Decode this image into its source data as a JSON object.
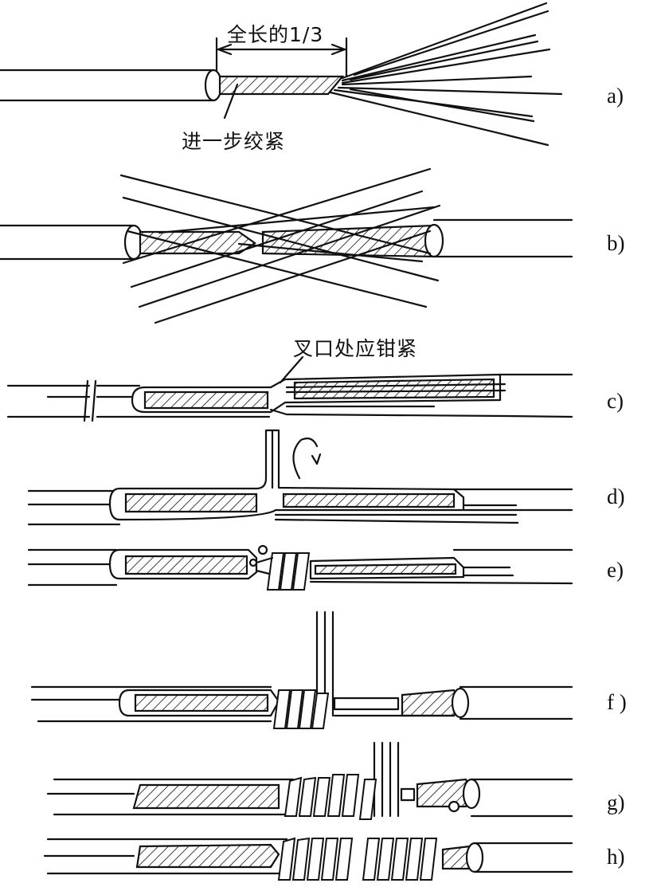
{
  "annotations": {
    "third_length": "全长的1/3",
    "twist_tighter": "进一步绞紧",
    "crotch_clamp": "叉口处应钳紧"
  },
  "step_labels": {
    "a": "a)",
    "b": "b)",
    "c": "c)",
    "d": "d)",
    "e": "e)",
    "f": "f )",
    "g": "g)",
    "h": "h)"
  }
}
